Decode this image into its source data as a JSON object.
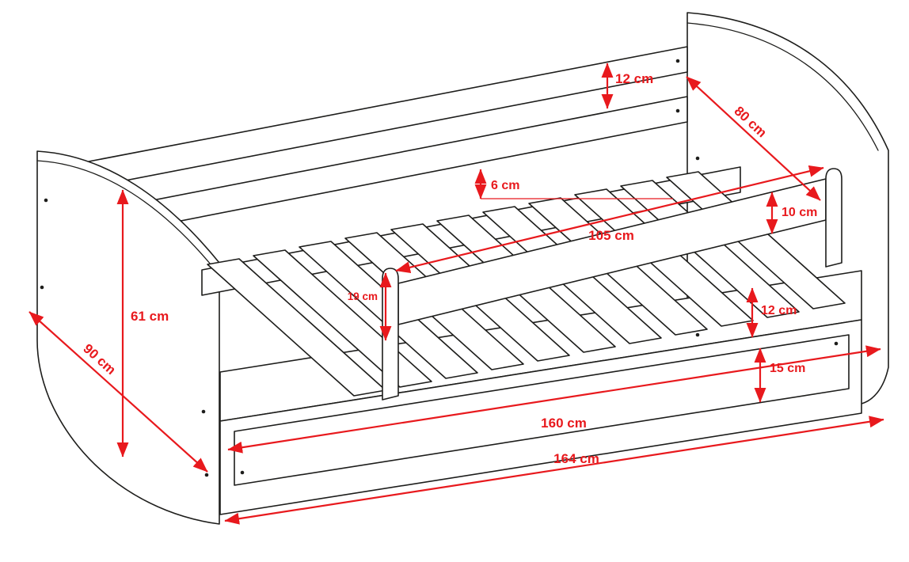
{
  "diagram": {
    "type": "technical-drawing",
    "subject": "children bed with guard rail and drawer",
    "unit": "cm",
    "colors": {
      "background": "#ffffff",
      "outline": "#1d1d1b",
      "dimension": "#e8191d"
    },
    "labels": {
      "back_rail_width": "12 cm",
      "bed_width": "80 cm",
      "slat_gap": "6 cm",
      "guard_rail_width": "10 cm",
      "guard_rail_length": "105 cm",
      "guard_post_height": "19 cm",
      "side_rail_width": "12 cm",
      "drawer_front_height": "15 cm",
      "footboard_height": "61 cm",
      "bed_depth": "90 cm",
      "inner_length": "160 cm",
      "outer_length": "164 cm"
    }
  }
}
